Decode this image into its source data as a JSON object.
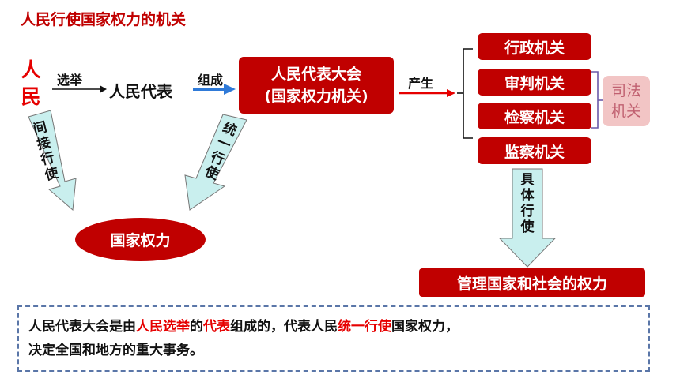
{
  "title": "人民行使国家权力的机关",
  "people": [
    "人",
    "民"
  ],
  "arrow_elect": "选举",
  "representatives": "人民代表",
  "arrow_compose": "组成",
  "congress": {
    "line1": "人民代表大会",
    "line2": "(国家权力机关)"
  },
  "arrow_produce": "产生",
  "organs": [
    "行政机关",
    "审判机关",
    "检察机关",
    "监察机关"
  ],
  "judicial": [
    "司法",
    "机关"
  ],
  "indirect": [
    "间",
    "接",
    "行",
    "使"
  ],
  "unified": [
    "统",
    "一",
    "行",
    "使"
  ],
  "concrete": [
    "具",
    "体",
    "行",
    "使"
  ],
  "state_power": "国家权力",
  "manage": "管理国家和社会的权力",
  "summary": {
    "p1": "人民代表大会是由",
    "p2": "人民选举",
    "p3": "的",
    "p4": "代表",
    "p5": "组成的，代表人民",
    "p6": "统一行使",
    "p7": "国家权力，",
    "line2": "决定全国和地方的重大事务。"
  },
  "colors": {
    "red": "#c00000",
    "bright_red": "#e60000",
    "light_teal": "#c9efee",
    "pink": "#f2c5c5",
    "blue_arrow": "#2f7ad8",
    "dash": "#5a76a8"
  }
}
